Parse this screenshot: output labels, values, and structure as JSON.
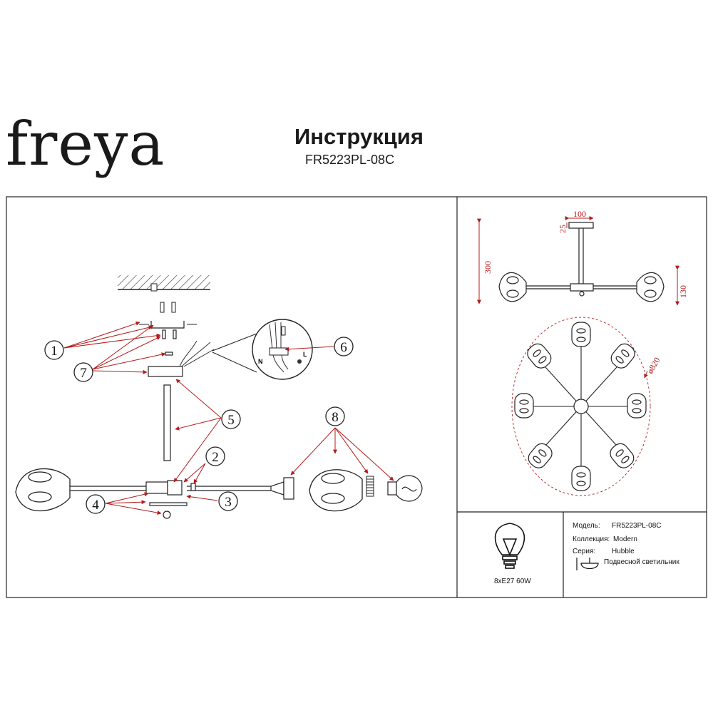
{
  "header": {
    "brand": "freya",
    "title": "Инструкция",
    "model": "FR5223PL-08C"
  },
  "assembly": {
    "callouts": [
      "1",
      "2",
      "3",
      "4",
      "5",
      "6",
      "7",
      "8"
    ],
    "wire_labels": {
      "neutral": "N",
      "live": "L"
    }
  },
  "dimensions": {
    "canopy_width": "100",
    "canopy_height": "25",
    "total_height": "300",
    "shade_height": "130",
    "diameter": "ø820"
  },
  "specs": {
    "bulb": "8xE27 60W",
    "rows": [
      {
        "label": "Модель:",
        "value": "FR5223PL-08C"
      },
      {
        "label": "Коллекция:",
        "value": "Modern"
      },
      {
        "label": "Серия:",
        "value": "Hubble"
      },
      {
        "label": "",
        "value": "Подвесной светильник"
      }
    ]
  },
  "colors": {
    "line": "#222222",
    "leader": "#b31b1b",
    "dimension": "#b31b1b"
  }
}
